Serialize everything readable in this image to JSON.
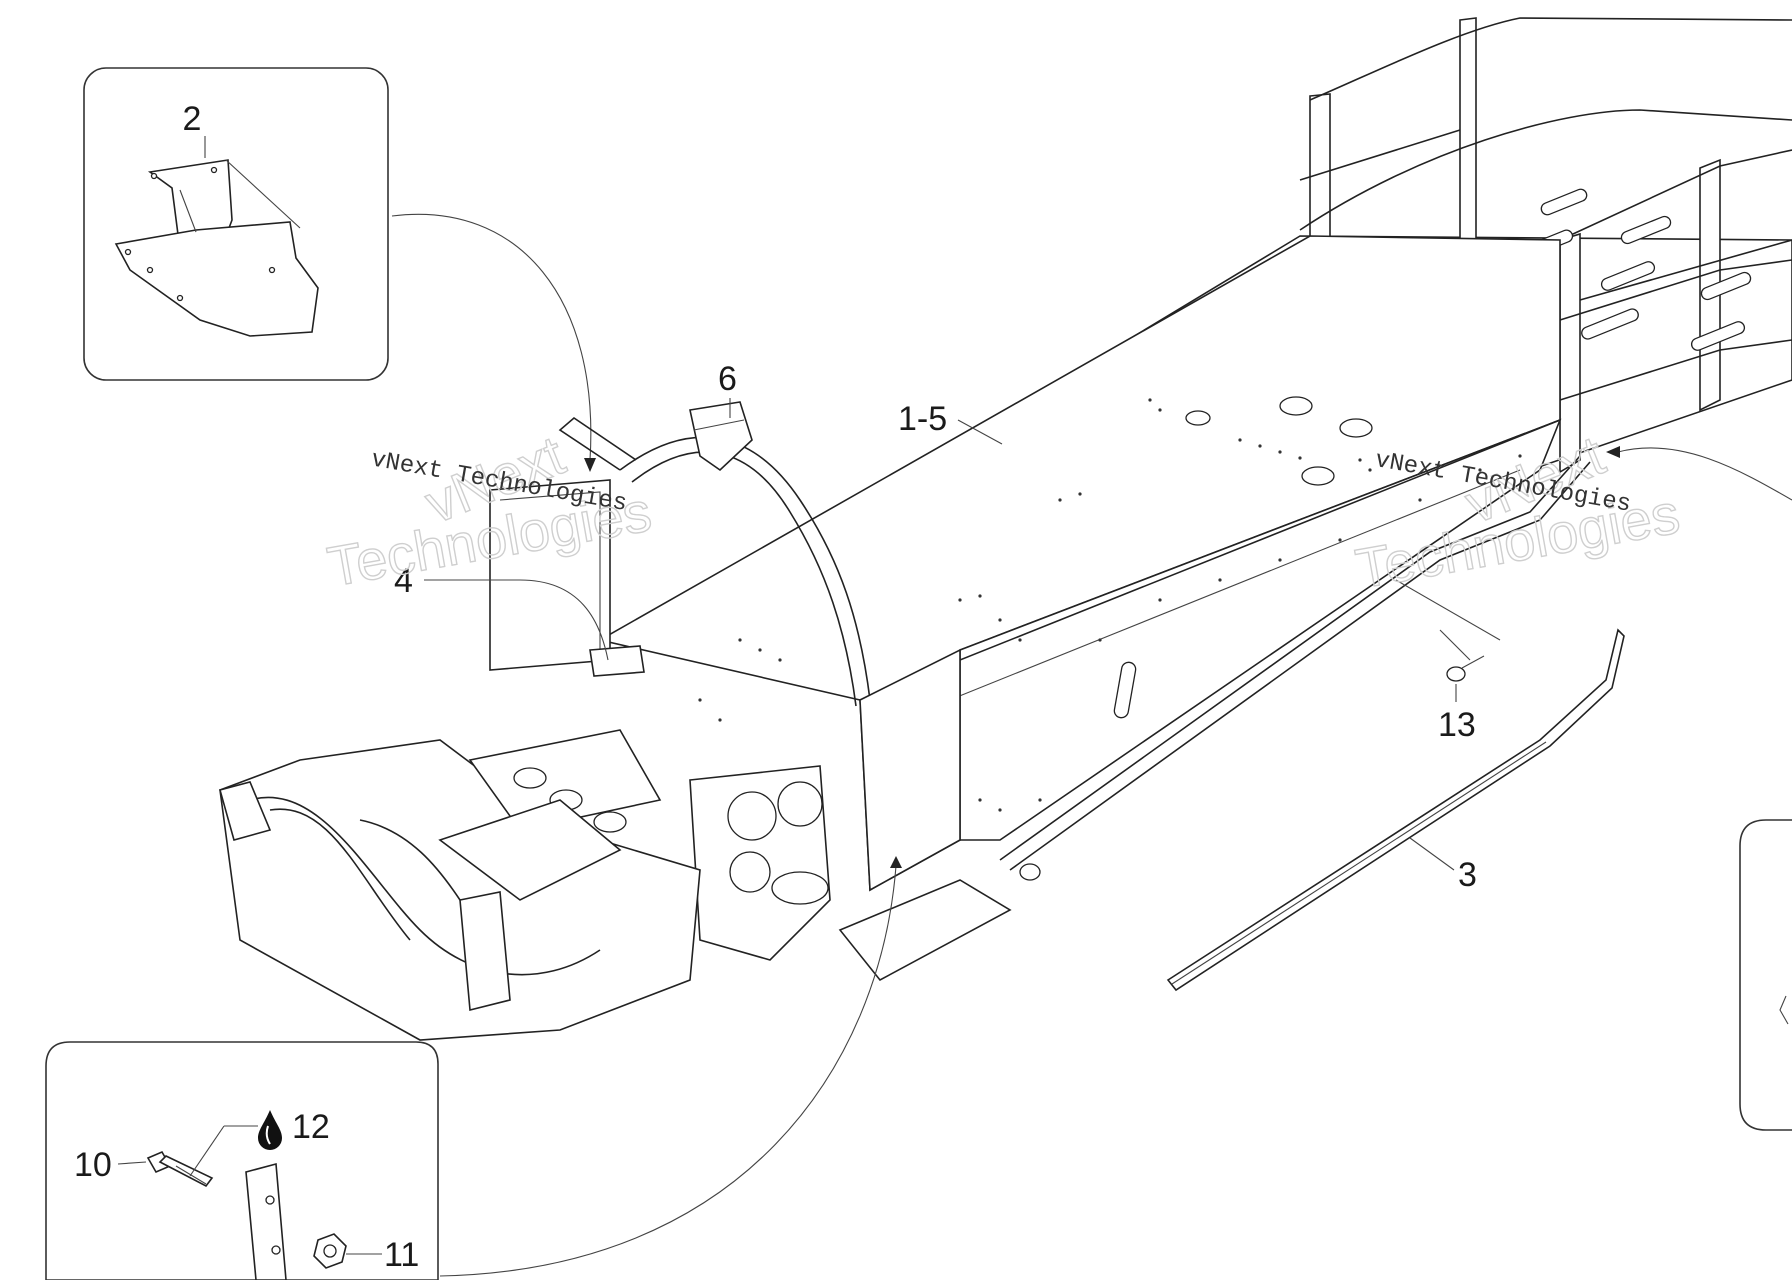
{
  "callouts": {
    "c2": "2",
    "c6": "6",
    "c1_5": "1-5",
    "c4": "4",
    "c13": "13",
    "c3": "3",
    "c10": "10",
    "c12": "12",
    "c11": "11"
  },
  "watermark": {
    "company_line": "vNext Technologies",
    "outline_top": "vNext",
    "outline_bottom": "Technologies"
  },
  "colors": {
    "line": "#222222",
    "watermark_outline": "#cfcfcf"
  },
  "icons": {
    "oil_drop": "oil-drop-icon"
  }
}
